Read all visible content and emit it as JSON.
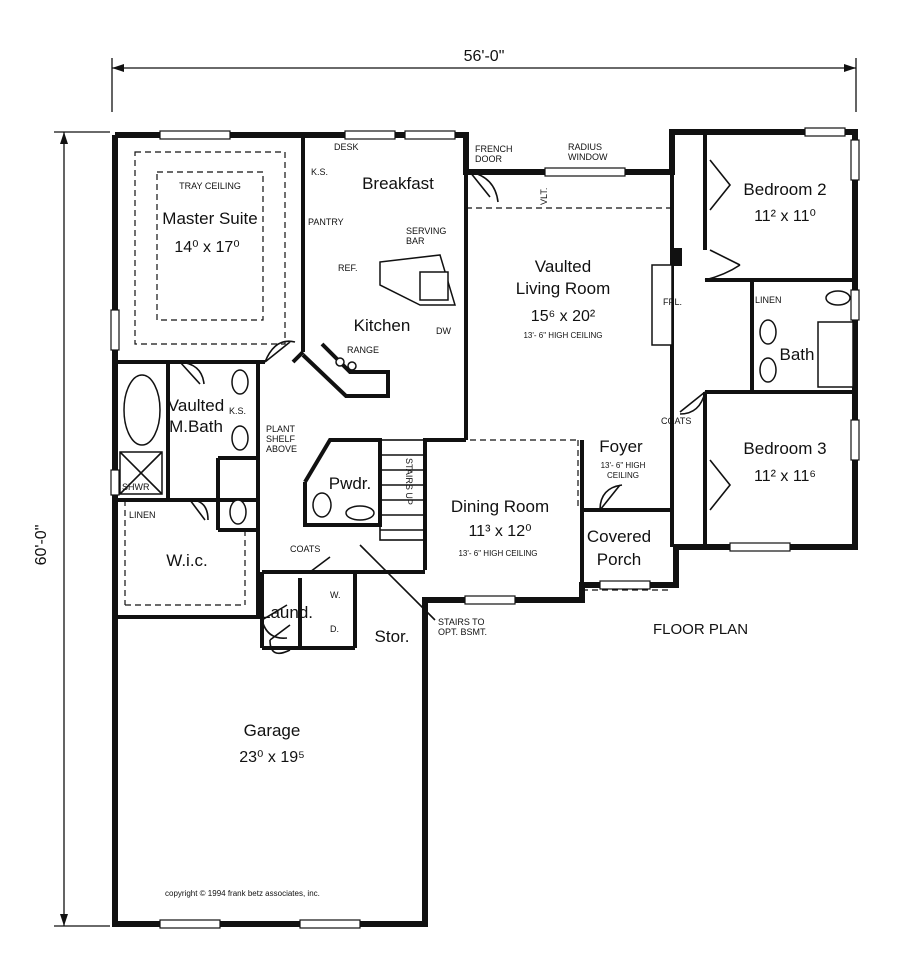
{
  "dimensions": {
    "width": "56'-0\"",
    "depth": "60'-0\""
  },
  "plan_title": "FLOOR PLAN",
  "copyright": "copyright © 1994 frank betz associates, inc.",
  "rooms": {
    "master_suite": {
      "name": "Master Suite",
      "size": "14⁰ x 17⁰",
      "note": "TRAY CEILING"
    },
    "breakfast": {
      "name": "Breakfast"
    },
    "kitchen": {
      "name": "Kitchen"
    },
    "living": {
      "name_line1": "Vaulted",
      "name_line2": "Living Room",
      "size": "15⁶ x 20²",
      "ceiling": "13'- 6\" HIGH CEILING"
    },
    "bedroom2": {
      "name": "Bedroom 2",
      "size": "11² x 11⁰"
    },
    "bedroom3": {
      "name": "Bedroom 3",
      "size": "11² x 11⁶"
    },
    "bath": {
      "name": "Bath"
    },
    "mbath": {
      "name_line1": "Vaulted",
      "name_line2": "M.Bath"
    },
    "wic": {
      "name": "W.i.c."
    },
    "pwdr": {
      "name": "Pwdr."
    },
    "dining": {
      "name": "Dining Room",
      "size": "11³ x 12⁰",
      "ceiling": "13'- 6\" HIGH CEILING"
    },
    "foyer": {
      "name": "Foyer",
      "ceiling_line1": "13'- 6\" HIGH",
      "ceiling_line2": "CEILING"
    },
    "covered_porch": {
      "name_line1": "Covered",
      "name_line2": "Porch"
    },
    "laundry": {
      "name": "Laund."
    },
    "storage": {
      "name": "Stor."
    },
    "garage": {
      "name": "Garage",
      "size": "23⁰ x 19⁵"
    }
  },
  "labels": {
    "desk": "DESK",
    "ks": "K.S.",
    "pantry": "PANTRY",
    "ref": "REF.",
    "serving_bar_line1": "SERVING",
    "serving_bar_line2": "BAR",
    "range": "RANGE",
    "dw": "DW",
    "french_door_line1": "FRENCH",
    "french_door_line2": "DOOR",
    "radius_window_line1": "RADIUS",
    "radius_window_line2": "WINDOW",
    "vlt": "VLT.",
    "fpl": "FPL.",
    "linen": "LINEN",
    "coats": "COATS",
    "shwr": "SHWR",
    "plant_shelf_line1": "PLANT",
    "plant_shelf_line2": "SHELF",
    "plant_shelf_line3": "ABOVE",
    "stairs_up": "STAIRS UP",
    "w": "W.",
    "d": "D.",
    "stairs_bsmt_line1": "STAIRS TO",
    "stairs_bsmt_line2": "OPT. BSMT."
  }
}
